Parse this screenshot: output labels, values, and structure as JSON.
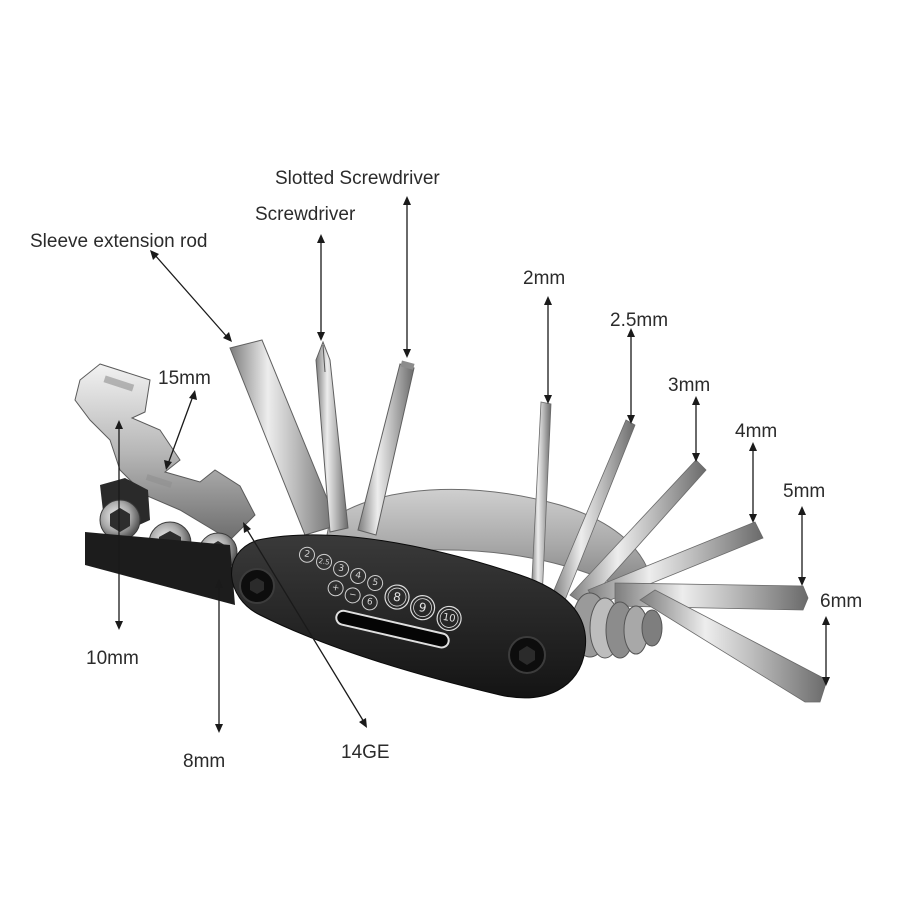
{
  "labels": {
    "slotted_screwdriver": "Slotted Screwdriver",
    "screwdriver": "Screwdriver",
    "sleeve_extension_rod": "Sleeve extension rod",
    "hex_2mm": "2mm",
    "hex_2_5mm": "2.5mm",
    "hex_3mm": "3mm",
    "hex_4mm": "4mm",
    "hex_5mm": "5mm",
    "hex_6mm": "6mm",
    "wrench_15mm": "15mm",
    "socket_10mm": "10mm",
    "socket_8mm": "8mm",
    "spoke_14ge": "14GE"
  },
  "handle_markings": {
    "hex_sizes": [
      "2",
      "2.5",
      "3",
      "4",
      "5"
    ],
    "driver_marks": [
      "+",
      "−",
      "6"
    ],
    "socket_sizes": [
      "8",
      "9",
      "10"
    ]
  }
}
